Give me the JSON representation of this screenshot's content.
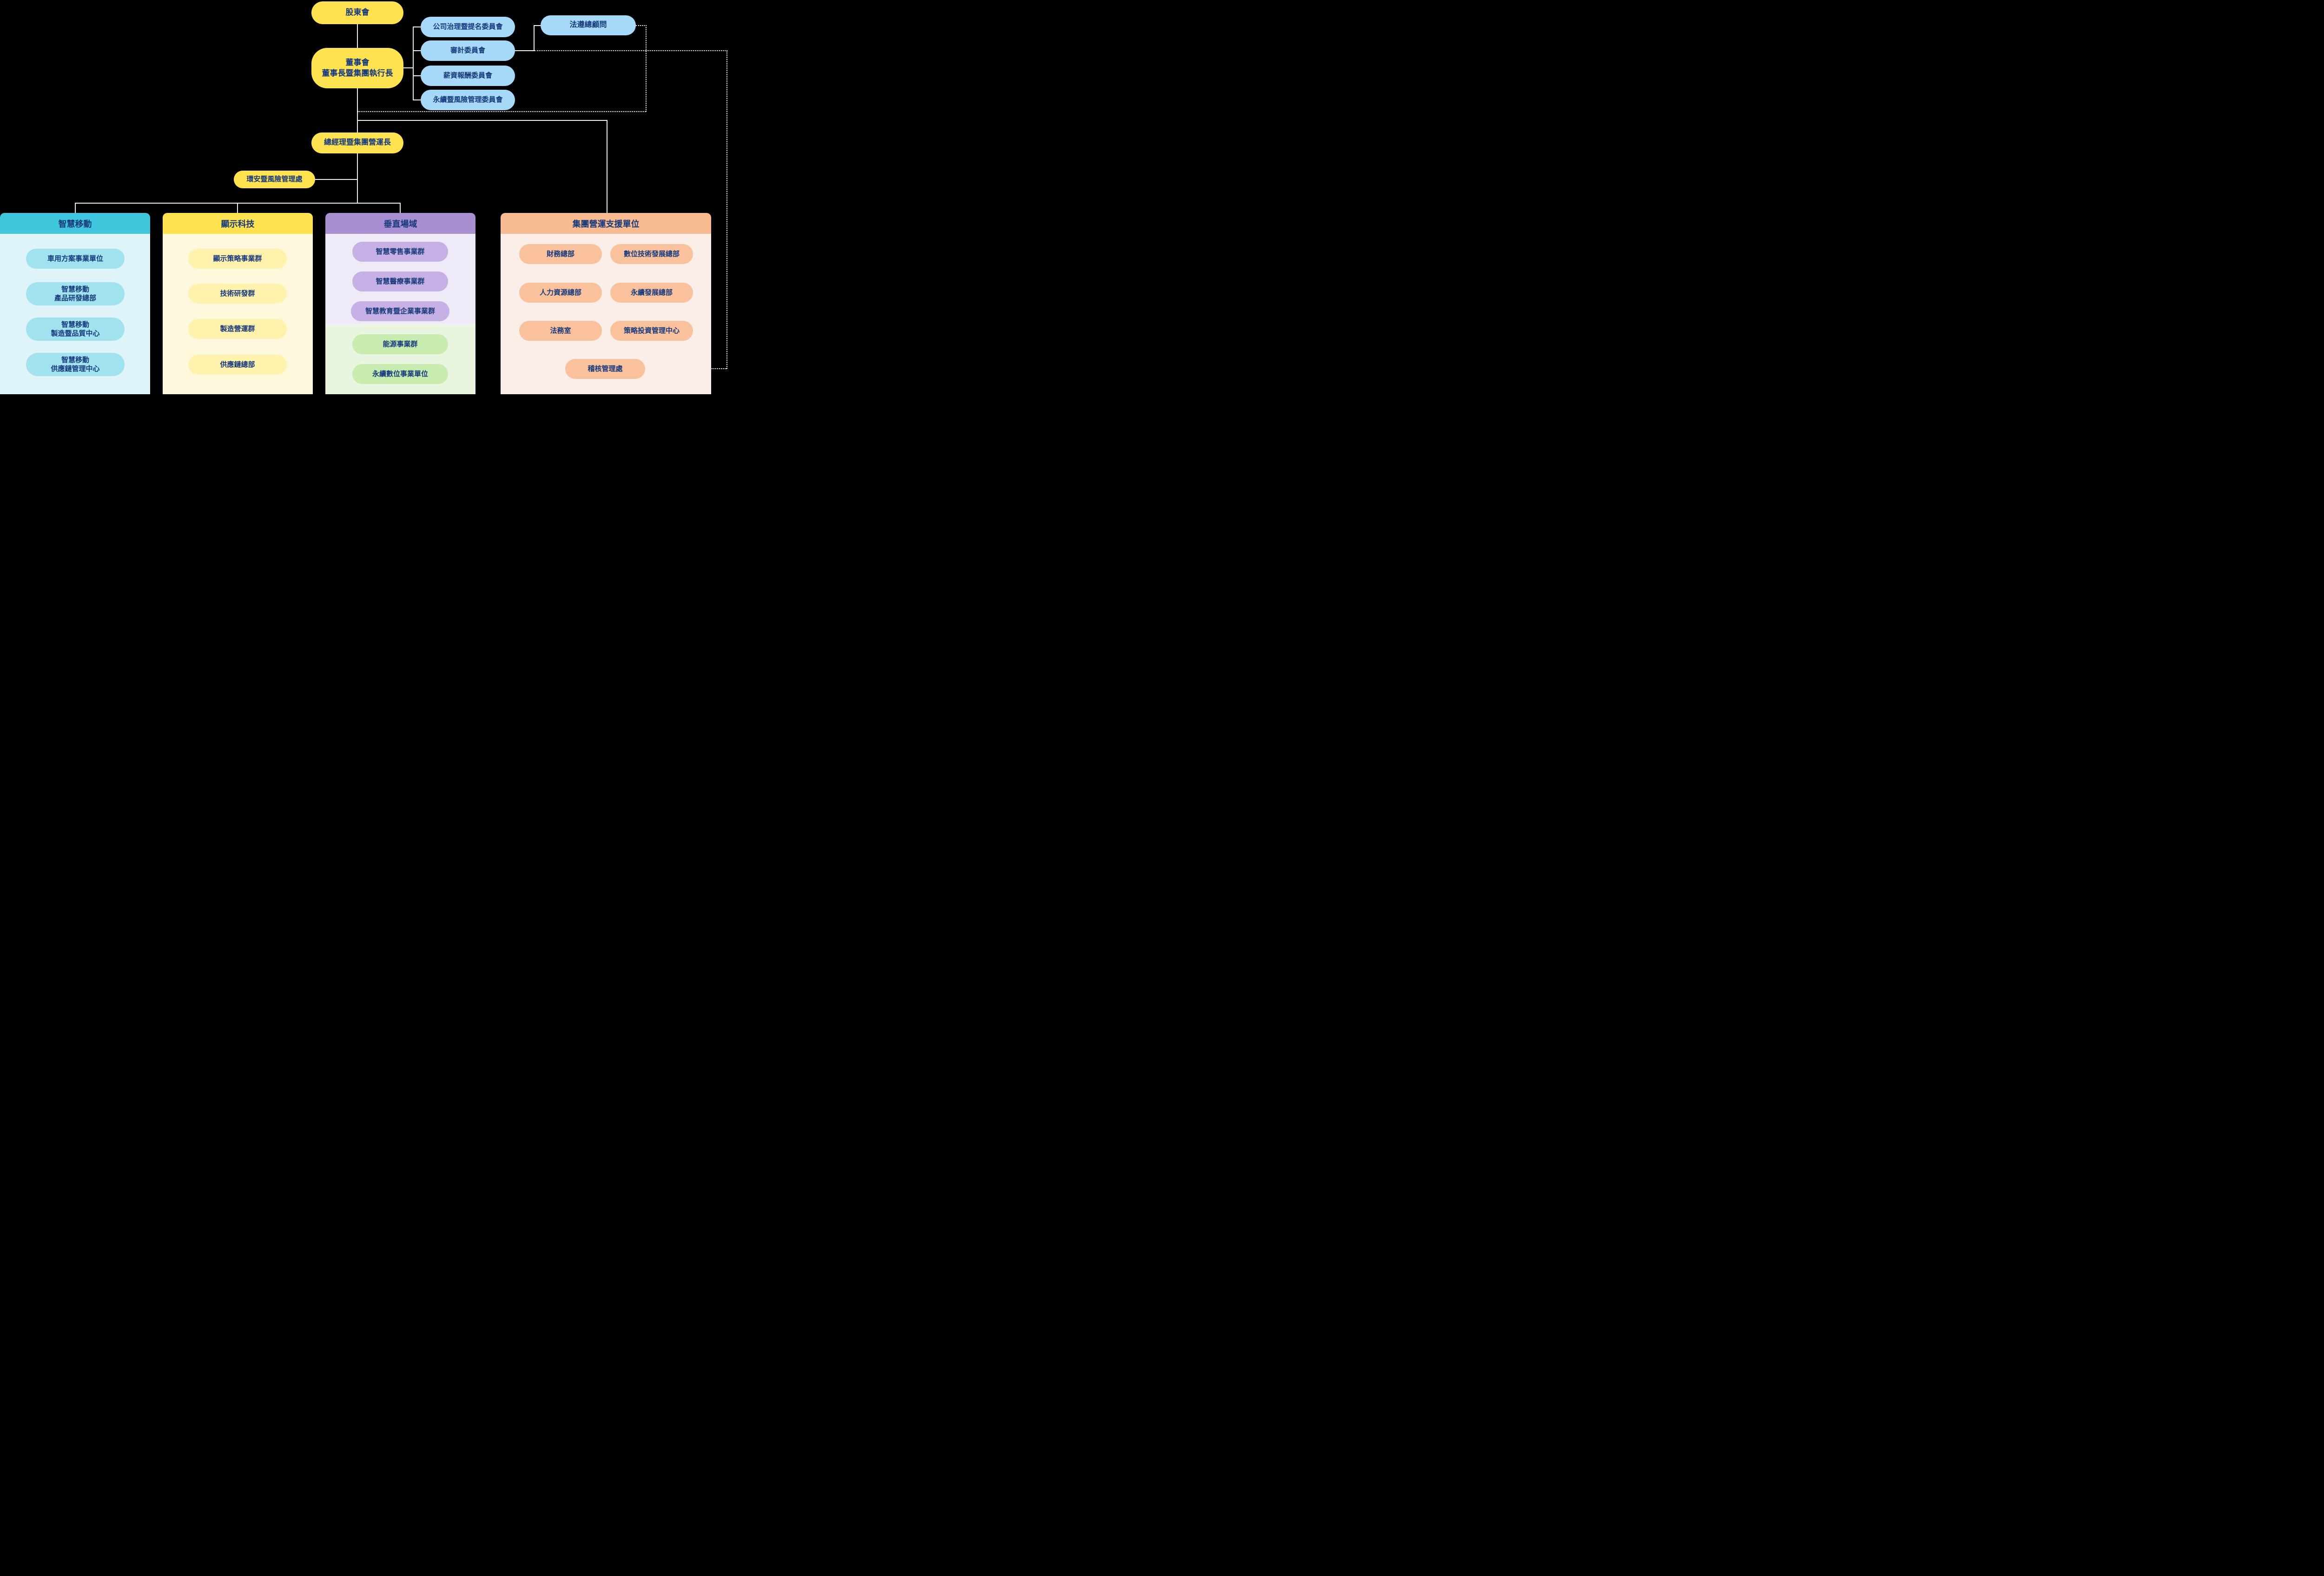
{
  "nodes": {
    "shareholders": "股東會",
    "board": "董事會\n董事長暨集團執行長",
    "president": "總經理暨集團營運長",
    "ehs": "環安暨風險管理處",
    "compliance": "法遵總顧問"
  },
  "committees": [
    "公司治理暨提名委員會",
    "審計委員會",
    "薪資報酬委員會",
    "永續暨風險管理委員會"
  ],
  "columns": [
    {
      "title": "智慧移動",
      "items": [
        "車用方案事業單位",
        "智慧移動\n產品研發總部",
        "智慧移動\n製造暨品質中心",
        "智慧移動\n供應鏈管理中心"
      ]
    },
    {
      "title": "顯示科技",
      "items": [
        "顯示策略事業群",
        "技術研發群",
        "製造營運群",
        "供應鏈總部"
      ]
    },
    {
      "title": "垂直場域",
      "items": [
        "智慧零售事業群",
        "智慧醫療事業群",
        "智慧教育暨企業事業群"
      ],
      "green_items": [
        "能源事業群",
        "永續數位事業單位"
      ]
    },
    {
      "title": "集團營運支援單位",
      "items": [
        "財務總部",
        "數位技術發展總部",
        "人力資源總部",
        "永續發展總部",
        "法務室",
        "策略投資管理中心",
        "稽核管理處"
      ]
    }
  ],
  "colors": {
    "background": "#000000",
    "text_navy": "#17397C",
    "node_yellow": "#FFE24F",
    "committee_blue": "#A6D9F7",
    "col1_header": "#3FC6DC",
    "col1_body": "#DFF4F9",
    "col1_pill": "#A0E3EF",
    "col2_header": "#FFE24F",
    "col2_body": "#FEF9DC",
    "col2_pill": "#FFF2AC",
    "col3_header": "#A78FD2",
    "col3_body": "#EEEAF7",
    "col3_pill": "#C6B0E4",
    "col3_green_body": "#E9F5DE",
    "col3_green_pill": "#C8ECAF",
    "col4_header": "#F8BA90",
    "col4_body": "#FBEEE8",
    "col4_pill": "#F9C29C",
    "connector_solid": "#F2F2F2",
    "connector_dotted": "#FFFFFF"
  }
}
